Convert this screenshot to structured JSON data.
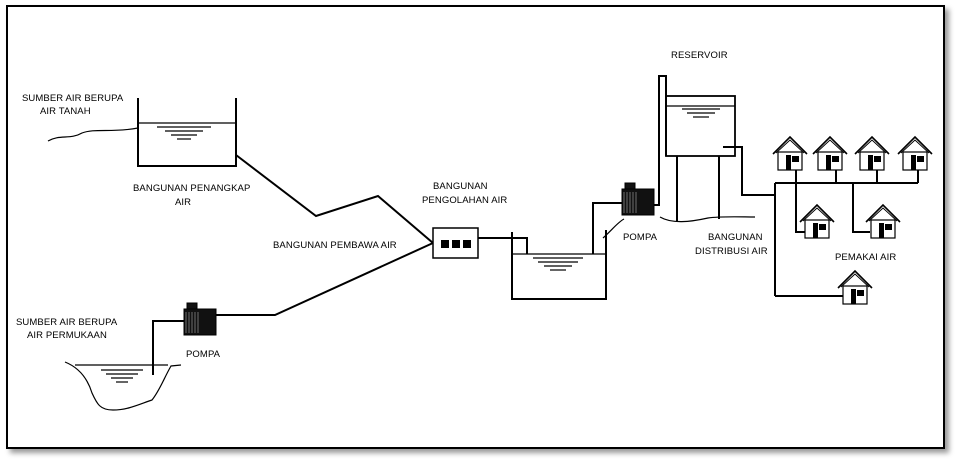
{
  "labels": {
    "groundwater_source_l1": "SUMBER AIR BERUPA",
    "groundwater_source_l2": "AIR TANAH",
    "intake_l1": "BANGUNAN PENANGKAP",
    "intake_l2": "AIR",
    "conveyance": "BANGUNAN PEMBAWA AIR",
    "surface_source_l1": "SUMBER AIR BERUPA",
    "surface_source_l2": "AIR PERMUKAAN",
    "pump_left": "POMPA",
    "treatment_l1": "BANGUNAN",
    "treatment_l2": "PENGOLAHAN AIR",
    "pump_right": "POMPA",
    "reservoir": "RESERVOIR",
    "distribution_l1": "BANGUNAN",
    "distribution_l2": "DISTRIBUSI AIR",
    "users": "PEMAKAI AIR"
  }
}
